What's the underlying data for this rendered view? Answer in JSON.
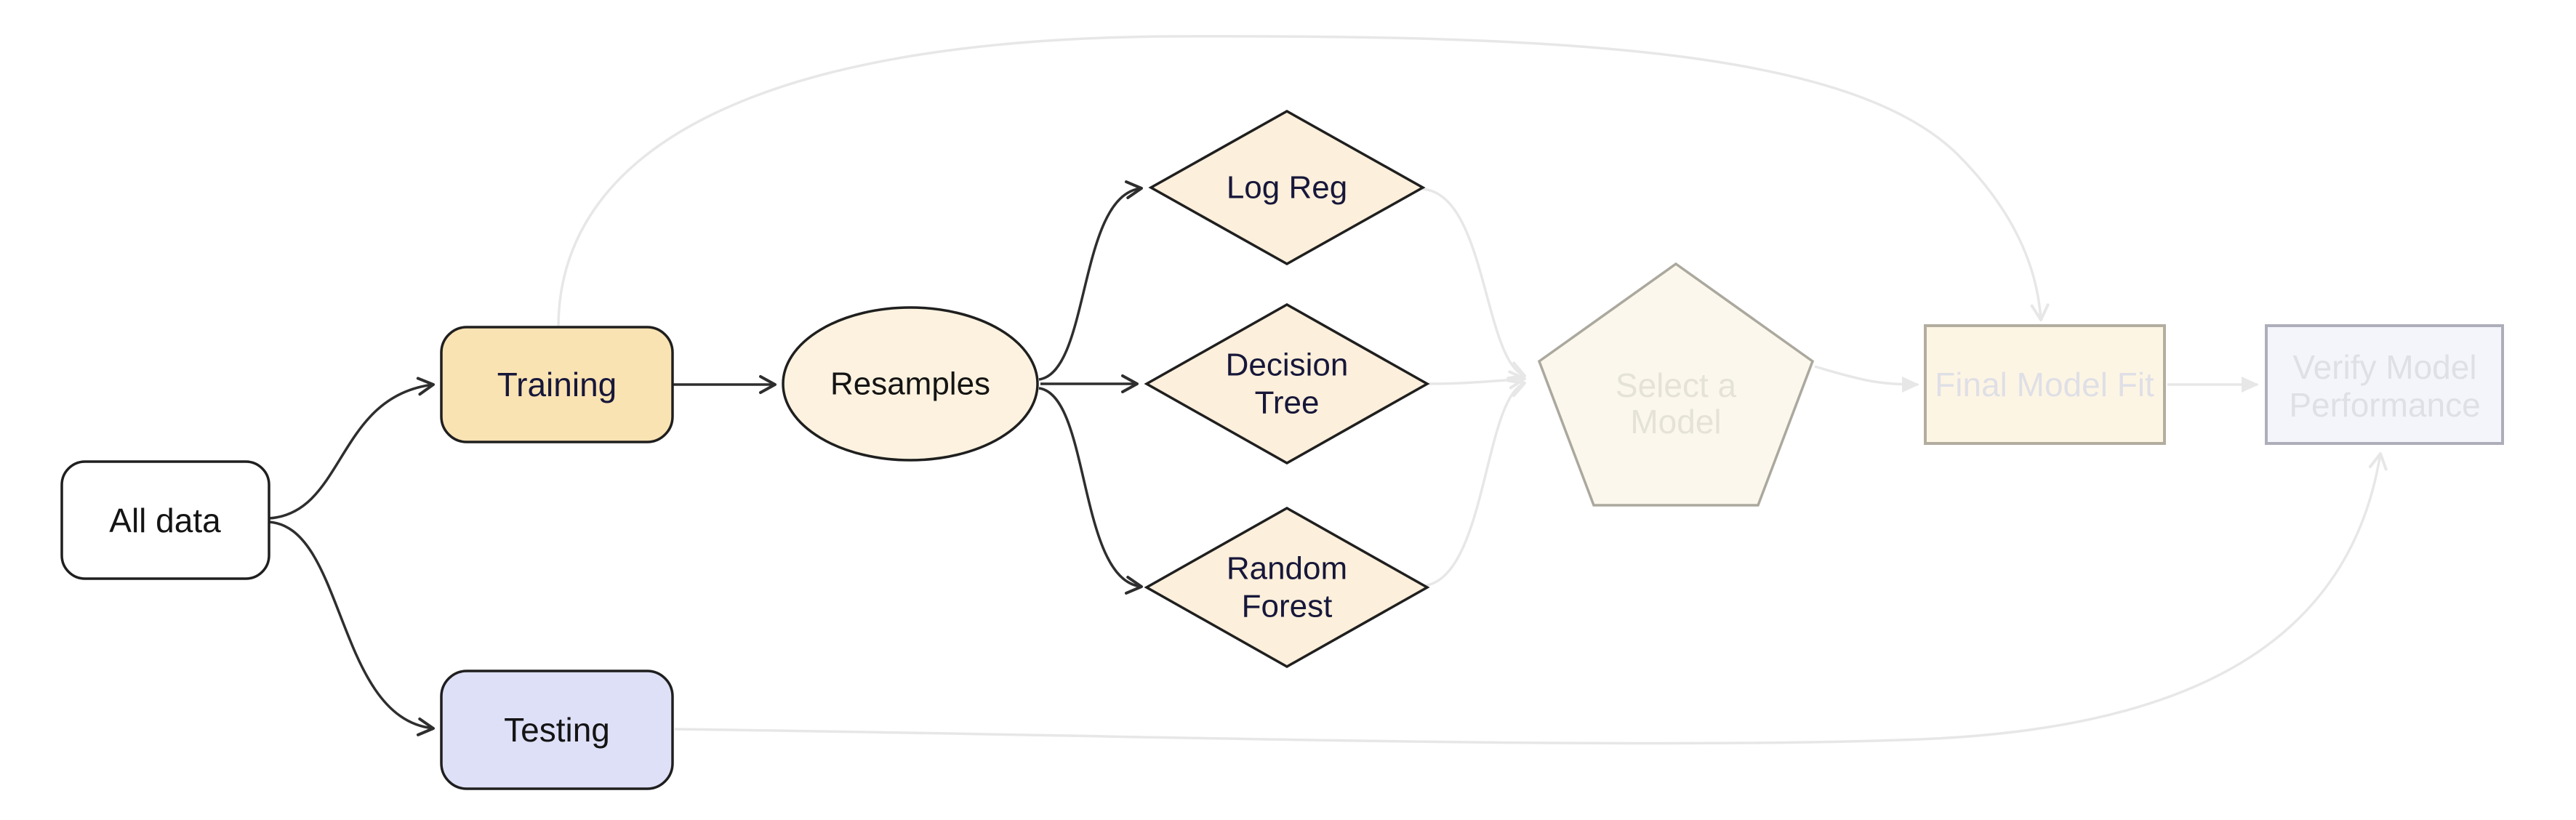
{
  "diagram": {
    "type": "flowchart",
    "orientation": "left-to-right",
    "description_visible_state": "left half active (dark), right half faded (inactive)"
  },
  "colors": {
    "background": "#ffffff",
    "edge_dark": "#2e2e2e",
    "edge_faint": "#e7e7e7",
    "node_border_dark": "#1f1f1f",
    "all_data_fill": "#ffffff",
    "training_fill": "#fae3b3",
    "testing_fill": "#dee0f7",
    "resamples_fill": "#fcf2df",
    "diamond_fill": "#fcefdb",
    "pentagon_fill": "#fbf7ed",
    "pentagon_border": "#aba89e",
    "final_fit_fill": "#fdf5e4",
    "final_fit_border": "#b3ada0",
    "verify_fill": "#f4f4fb",
    "verify_border": "#aeaeba",
    "navy_text": "#17173a",
    "black_text": "#141414",
    "faint_text_warm": "#e5e2d8",
    "faint_text_cool": "#dfdfe6"
  },
  "nodes": {
    "all_data": {
      "label": "All data",
      "shape": "rounded-rectangle",
      "state": "active"
    },
    "training": {
      "label": "Training",
      "shape": "rounded-rectangle",
      "state": "active"
    },
    "testing": {
      "label": "Testing",
      "shape": "rounded-rectangle",
      "state": "active"
    },
    "resamples": {
      "label": "Resamples",
      "shape": "ellipse",
      "state": "active"
    },
    "log_reg": {
      "label": "Log Reg",
      "shape": "diamond",
      "state": "active"
    },
    "decision_tree": {
      "label": "Decision Tree",
      "line1": "Decision",
      "line2": "Tree",
      "shape": "diamond",
      "state": "active"
    },
    "random_forest": {
      "label": "Random Forest",
      "line1": "Random",
      "line2": "Forest",
      "shape": "diamond",
      "state": "active"
    },
    "select_model": {
      "label": "Select a Model",
      "line1": "Select a",
      "line2": "Model",
      "shape": "pentagon",
      "state": "faded"
    },
    "final_model_fit": {
      "label": "Final Model Fit",
      "shape": "rectangle",
      "state": "faded"
    },
    "verify_model_performance": {
      "label": "Verify Model Performance",
      "line1": "Verify Model",
      "line2": "Performance",
      "shape": "rectangle",
      "state": "faded"
    }
  },
  "edges": [
    {
      "from": "all_data",
      "to": "training",
      "style": "dark"
    },
    {
      "from": "all_data",
      "to": "testing",
      "style": "dark"
    },
    {
      "from": "training",
      "to": "resamples",
      "style": "dark"
    },
    {
      "from": "resamples",
      "to": "log_reg",
      "style": "dark"
    },
    {
      "from": "resamples",
      "to": "decision_tree",
      "style": "dark"
    },
    {
      "from": "resamples",
      "to": "random_forest",
      "style": "dark"
    },
    {
      "from": "log_reg",
      "to": "select_model",
      "style": "faded"
    },
    {
      "from": "decision_tree",
      "to": "select_model",
      "style": "faded"
    },
    {
      "from": "random_forest",
      "to": "select_model",
      "style": "faded"
    },
    {
      "from": "select_model",
      "to": "final_model_fit",
      "style": "faded"
    },
    {
      "from": "training",
      "to": "final_model_fit",
      "style": "faded"
    },
    {
      "from": "final_model_fit",
      "to": "verify_model_performance",
      "style": "faded"
    },
    {
      "from": "testing",
      "to": "verify_model_performance",
      "style": "faded"
    }
  ]
}
